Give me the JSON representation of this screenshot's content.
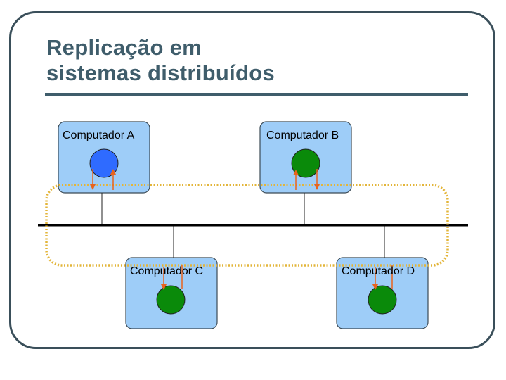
{
  "slide": {
    "title_line1": "Replicação em",
    "title_line2": "sistemas distribuídos"
  },
  "computers": [
    {
      "id": "A",
      "label": "Computador A",
      "node_color": "#2f6bff"
    },
    {
      "id": "B",
      "label": "Computador B",
      "node_color": "#0a8a0a"
    },
    {
      "id": "C",
      "label": "Computador C",
      "node_color": "#0a8a0a"
    },
    {
      "id": "D",
      "label": "Computador D",
      "node_color": "#0a8a0a"
    }
  ],
  "colors": {
    "frame": "#3a4f5a",
    "title": "#3f5d6b",
    "box_fill": "#9ecdf8",
    "box_stroke": "#3b4a55",
    "bus": "#000000",
    "ring": "#e3b53a",
    "arrows": "#e8641e"
  }
}
